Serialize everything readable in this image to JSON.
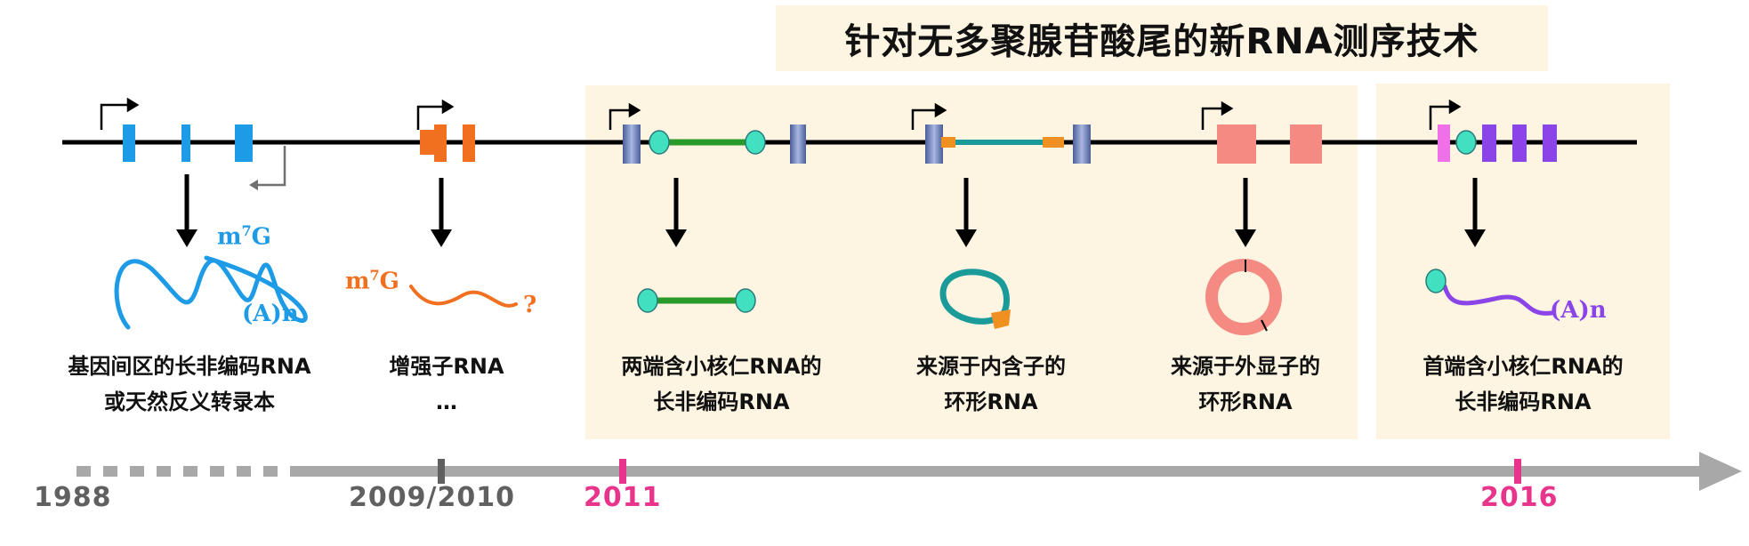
{
  "title": "针对无多聚腺苷酸尾的新RNA测序技术",
  "categories": [
    {
      "line1": "基因间区的长非编码RNA",
      "line2": "或天然反义转录本"
    },
    {
      "line1": "增强子RNA",
      "line2": "…"
    },
    {
      "line1": "两端含小核仁RNA的",
      "line2": "长非编码RNA"
    },
    {
      "line1": "来源于内含子的",
      "line2": "环形RNA"
    },
    {
      "line1": "来源于外显子的",
      "line2": "环形RNA"
    },
    {
      "line1": "首端含小核仁RNA的",
      "line2": "长非编码RNA"
    }
  ],
  "rna_labels": {
    "cap": "m",
    "cap_sup": "7",
    "cap_g": "G",
    "polya": "(A)n",
    "unknown": "?"
  },
  "timeline": {
    "years": [
      "1988",
      "2009/2010",
      "2011",
      "2016"
    ]
  },
  "colors": {
    "blue": "#1e9be6",
    "orange": "#f07020",
    "green": "#2a9a2a",
    "teal": "#1a9a98",
    "salmon": "#f48a82",
    "purple": "#8a44e8",
    "magenta": "#e8348a",
    "pink": "#f070e8",
    "gray": "#a8a8a8",
    "darkgray": "#606060",
    "panel": "#fdf5e2"
  }
}
